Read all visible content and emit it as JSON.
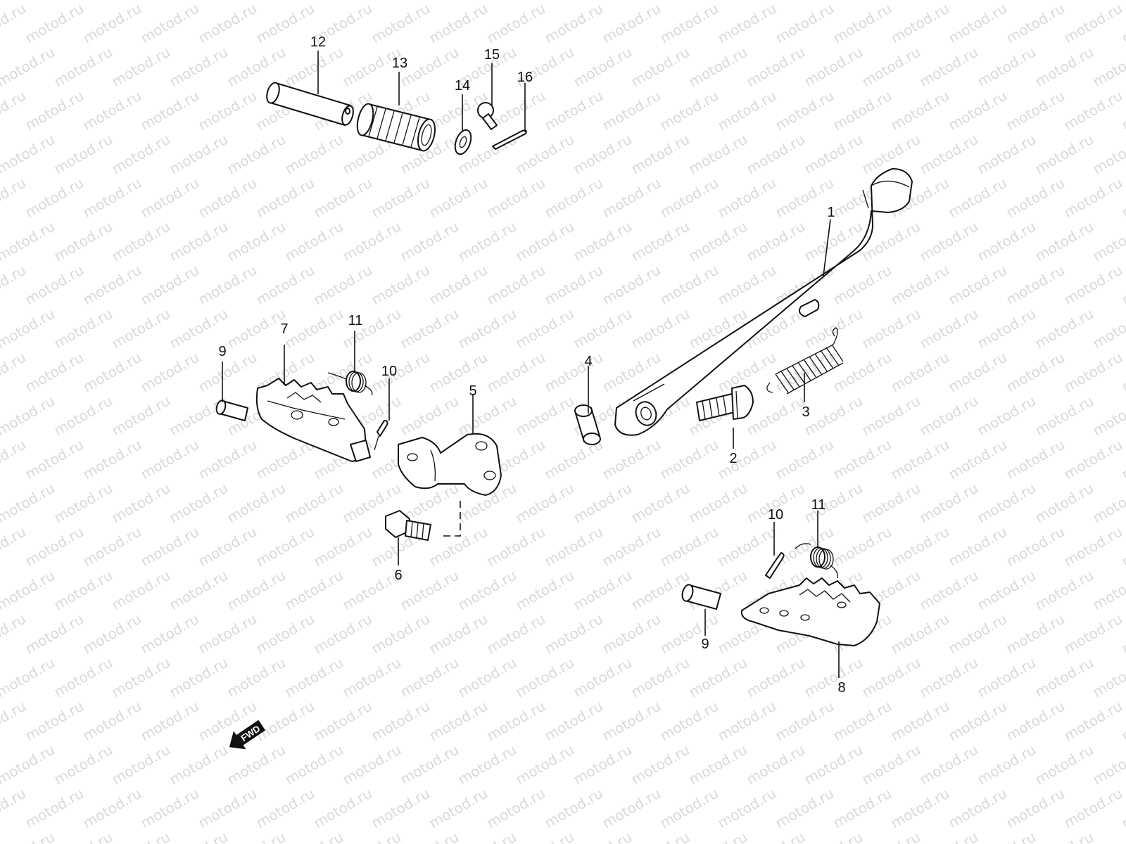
{
  "watermark": "motod.ru",
  "colors": {
    "line": "#111111",
    "watermark": "#d9d9d9",
    "background": "#ffffff"
  },
  "callouts": {
    "c1": "1",
    "c2": "2",
    "c3": "3",
    "c4": "4",
    "c5": "5",
    "c6": "6",
    "c7": "7",
    "c8": "8",
    "c9a": "9",
    "c9b": "9",
    "c10a": "10",
    "c10b": "10",
    "c11a": "11",
    "c11b": "11",
    "c12": "12",
    "c13": "13",
    "c14": "14",
    "c15": "15",
    "c16": "16"
  },
  "direction_badge": {
    "label": "FWD",
    "icon": "arrow-left-icon"
  }
}
